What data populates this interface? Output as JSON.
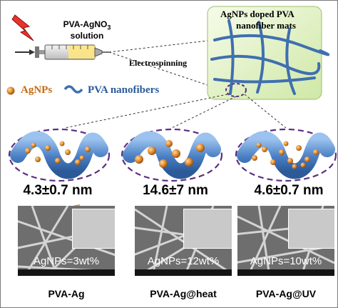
{
  "top": {
    "solution_line1": "PVA-AgNO",
    "solution_sub": "3",
    "solution_line2": "solution",
    "process": "Electrospinning",
    "mats_title_line1": "AgNPs doped PVA",
    "mats_title_line2": "nanofiber mats"
  },
  "legend": {
    "agnps": "AgNPs",
    "fibers": "PVA nanofibers"
  },
  "samples": [
    {
      "size": "4.3±0.7 nm",
      "composition": "AgNPs=3wt%",
      "name": "PVA-Ag"
    },
    {
      "size": "14.6±7 nm",
      "composition": "AgNPs=12wt%",
      "name": "PVA-Ag@heat"
    },
    {
      "size": "4.6±0.7 nm",
      "composition": "AgNPs=10wt%",
      "name": "PVA-Ag@UV"
    }
  ],
  "colors": {
    "fiber": "#3f6fb0",
    "particle": "#e08a2e",
    "mats_panel": "#dcefc0",
    "dashed_ellipse": "#5a2d82",
    "syringe_label": "#ffe680"
  },
  "icons": [
    "lightning-icon",
    "syringe-icon",
    "particle-icon",
    "fiber-icon"
  ]
}
